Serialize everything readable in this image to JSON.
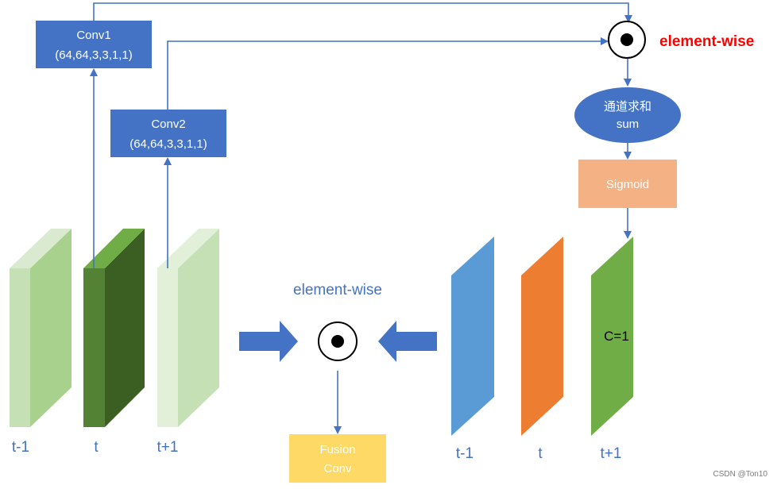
{
  "conv1": {
    "title": "Conv1",
    "params": "(64,64,3,3,1,1)"
  },
  "conv2": {
    "title": "Conv2",
    "params": "(64,64,3,3,1,1)"
  },
  "top_op": {
    "label": "element-wise"
  },
  "sum_node": {
    "label_cn": "通道求和",
    "label_en": "sum"
  },
  "sigmoid": {
    "label": "Sigmoid"
  },
  "bottom_op": {
    "label": "element-wise"
  },
  "fusion": {
    "line1": "Fusion",
    "line2": "Conv"
  },
  "left_frames": [
    "t-1",
    "t",
    "t+1"
  ],
  "right_frames": [
    "t-1",
    "t",
    "t+1"
  ],
  "attention_channel": {
    "label": "C=1"
  },
  "watermark": "CSDN @Ton10",
  "colors": {
    "box_blue": "#4472C4",
    "accent_red": "#FF0000",
    "sigmoid": "#F4B183",
    "fusion": "#FFD966",
    "green_dark": "#548235",
    "green_light": "#C5E0B4",
    "plane_blue": "#5B9BD5",
    "plane_orange": "#ED7D31",
    "plane_green": "#70AD47"
  }
}
